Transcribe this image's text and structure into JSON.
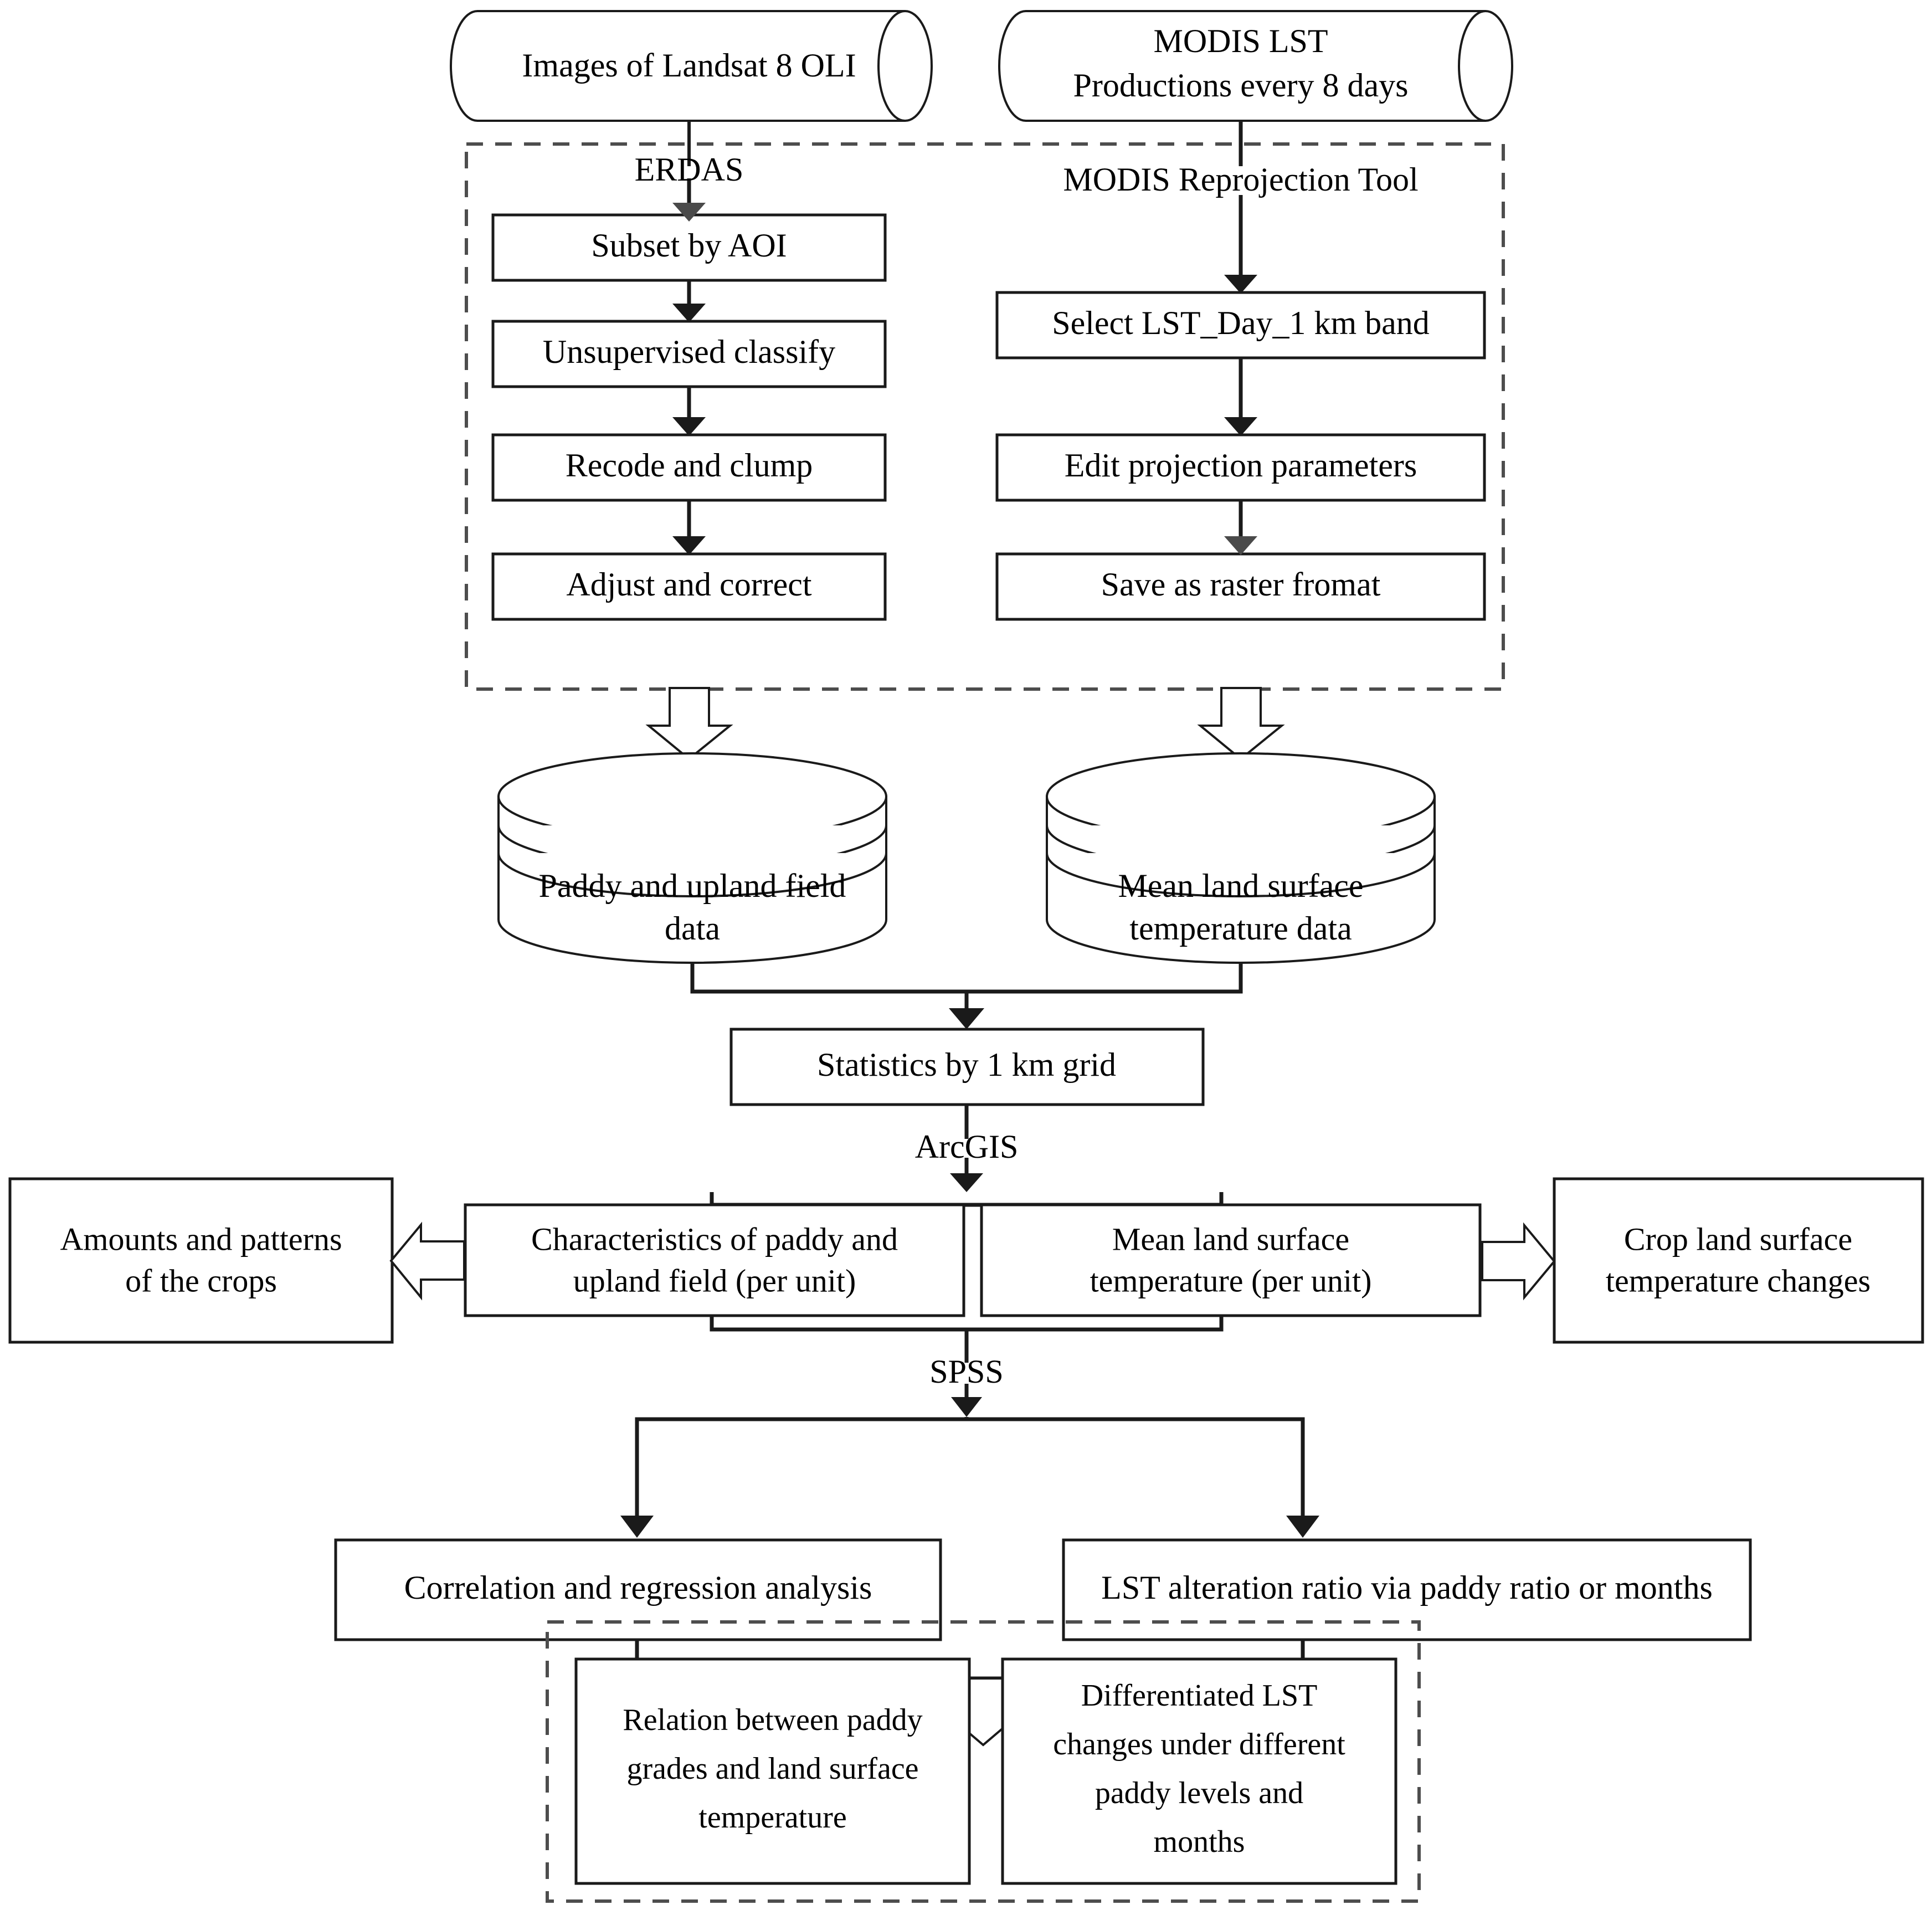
{
  "diagram": {
    "title": "Research workflow flowchart",
    "accent_color": "#1a1a1a",
    "dashed_color": "#4d4d4d",
    "background": "#ffffff"
  },
  "sources": [
    {
      "id": "landsat",
      "label": "Images of Landsat 8 OLI"
    },
    {
      "id": "modis",
      "label_line1": "MODIS LST",
      "label_line2": "Productions every 8 days"
    }
  ],
  "tool_labels": {
    "erdas": "ERDAS",
    "modis_reprojection": "MODIS Reprojection Tool",
    "arcgis": "ArcGIS",
    "spss": "SPSS"
  },
  "preprocessing": {
    "left_branch": [
      {
        "id": "subset",
        "label": "Subset by AOI"
      },
      {
        "id": "unsupervised",
        "label": "Unsupervised classify"
      },
      {
        "id": "recode",
        "label": "Recode and clump"
      },
      {
        "id": "adjust",
        "label": "Adjust and correct"
      }
    ],
    "right_branch": [
      {
        "id": "select-band",
        "label": "Select LST_Day_1 km band"
      },
      {
        "id": "edit-projection",
        "label": "Edit projection parameters"
      },
      {
        "id": "save-raster",
        "label": "Save as raster fromat"
      }
    ]
  },
  "datastores": [
    {
      "id": "paddy-data",
      "line1": "Paddy and upland field",
      "line2": "data"
    },
    {
      "id": "lst-data",
      "line1": "Mean land surface",
      "line2": "temperature data"
    }
  ],
  "statistics": {
    "id": "statistics",
    "label": "Statistics by 1 km grid"
  },
  "unit_results": [
    {
      "id": "paddy-characteristics",
      "line1": "Characteristics of paddy and",
      "line2": "upland field (per unit)"
    },
    {
      "id": "mean-lst",
      "line1": "Mean land surface",
      "line2": "temperature (per unit)"
    }
  ],
  "outcomes": [
    {
      "id": "crop-amounts",
      "line1": "Amounts and patterns",
      "line2": "of the crops"
    },
    {
      "id": "lst-changes",
      "line1": "Crop land surface",
      "line2": "temperature changes"
    }
  ],
  "analyses": [
    {
      "id": "correlation",
      "label": "Correlation and regression analysis"
    },
    {
      "id": "lst-ratio",
      "label": "LST alteration ratio via paddy ratio or months"
    }
  ],
  "conclusions": [
    {
      "id": "paddy-lst-relation",
      "lines": [
        "Relation between paddy",
        "grades and land surface",
        "temperature"
      ]
    },
    {
      "id": "differentiated-lst",
      "lines": [
        "Differentiated LST",
        "changes under different",
        "paddy levels and",
        "months"
      ]
    }
  ]
}
